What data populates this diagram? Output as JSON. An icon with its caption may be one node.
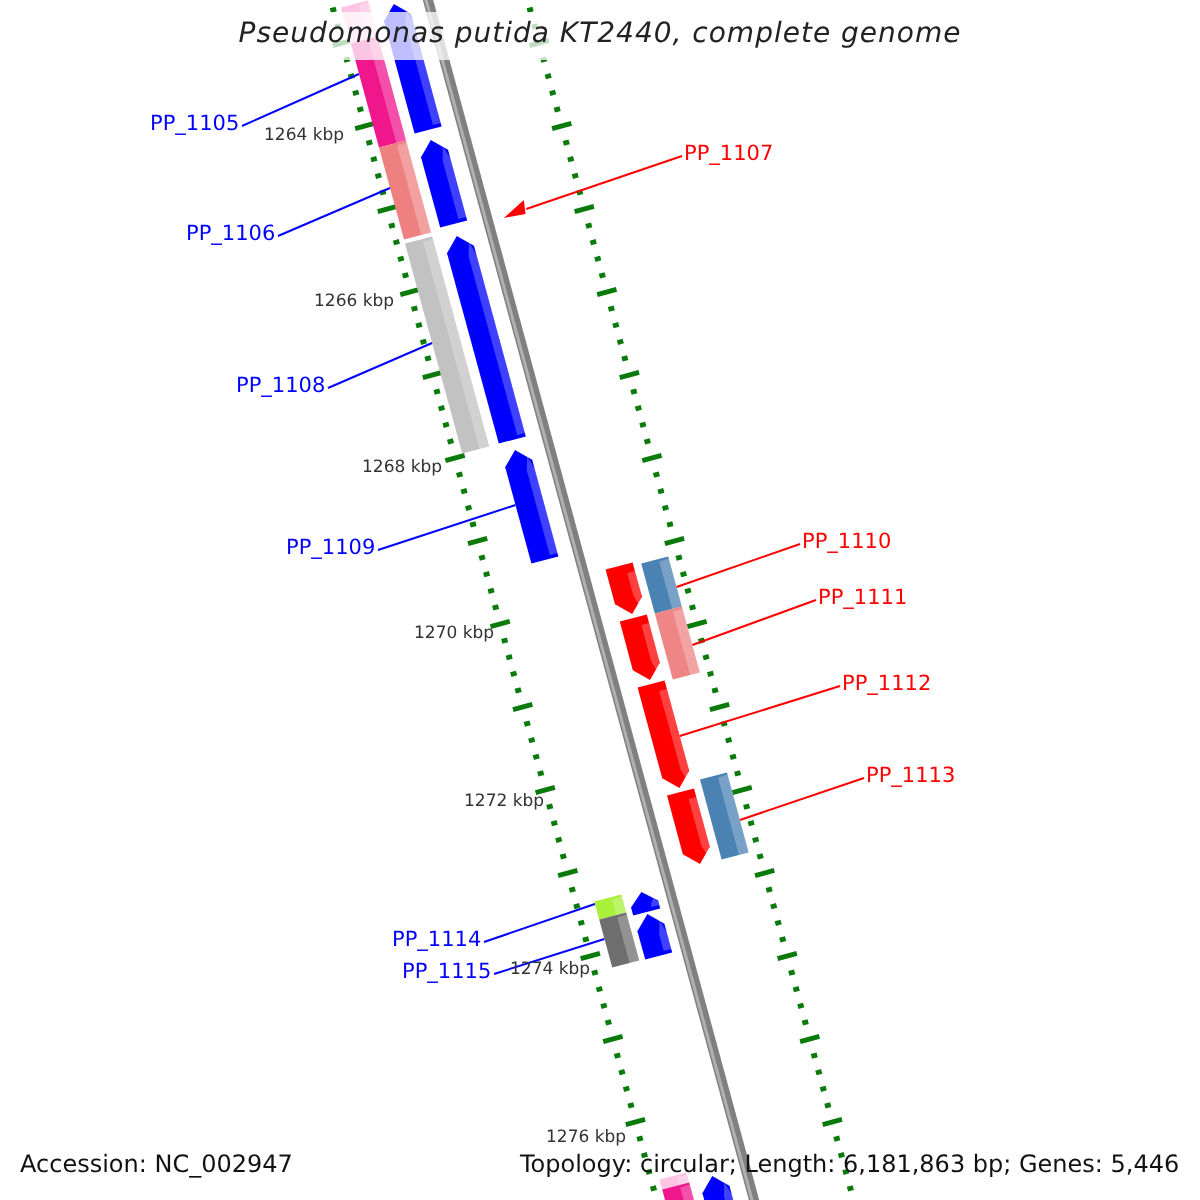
{
  "diagram": {
    "title": "Pseudomonas putida KT2440, complete genome",
    "nodes": [
      {
        "text": [
          "PP_1105"
        ]
      },
      {
        "text": [
          "PP_1106"
        ]
      },
      {
        "text": [
          "PP_1107"
        ]
      },
      {
        "text": [
          "PP_1108"
        ]
      },
      {
        "text": [
          "PP_1109"
        ]
      },
      {
        "text": [
          "PP_1110"
        ]
      },
      {
        "text": [
          "PP_1111"
        ]
      },
      {
        "text": [
          "PP_1112"
        ]
      },
      {
        "text": [
          "PP_1113"
        ]
      },
      {
        "text": [
          "PP_1114"
        ]
      },
      {
        "text": [
          "PP_1115"
        ]
      },
      {
        "text": [],
        "shape": "arrow"
      },
      {
        "text": [],
        "shape": "arrow"
      },
      {
        "text": [],
        "shape": "arrow"
      },
      {
        "text": [],
        "shape": "arrow"
      },
      {
        "text": [],
        "shape": "arrow"
      },
      {
        "text": [],
        "shape": "arrow"
      },
      {
        "text": [],
        "shape": "arrow"
      },
      {
        "text": [],
        "shape": "arrow"
      },
      {
        "text": [],
        "shape": "arrow"
      },
      {
        "text": [],
        "shape": "arrow"
      },
      {
        "text": [],
        "shape": "arrow"
      },
      {
        "text": [],
        "shape": "arrow"
      }
    ],
    "edges": [
      {
        "from": 0,
        "to": 11,
        "arrow": "none"
      },
      {
        "from": 1,
        "to": 12,
        "arrow": "none"
      },
      {
        "from": 2,
        "to": 13,
        "arrow": "none",
        "color": "#ff0000"
      },
      {
        "from": 3,
        "to": 14,
        "arrow": "none"
      },
      {
        "from": 4,
        "to": 15,
        "arrow": "none"
      },
      {
        "from": 5,
        "to": 16,
        "arrow": "none",
        "color": "#ff0000"
      },
      {
        "from": 6,
        "to": 17,
        "arrow": "none",
        "color": "#ff0000"
      },
      {
        "from": 7,
        "to": 18,
        "arrow": "none",
        "color": "#ff0000"
      },
      {
        "from": 8,
        "to": 19,
        "arrow": "none",
        "color": "#ff0000"
      },
      {
        "from": 9,
        "to": 20,
        "arrow": "none"
      },
      {
        "from": 10,
        "to": 21,
        "arrow": "none"
      }
    ],
    "labels": [
      "1264 kbp",
      "1266 kbp",
      "1268 kbp",
      "1270 kbp",
      "1272 kbp",
      "1274 kbp",
      "1276 kbp",
      "Accession: NC_002947",
      "Topology: circular; Length: 6,181,863 bp; Genes: 5,446"
    ]
  }
}
